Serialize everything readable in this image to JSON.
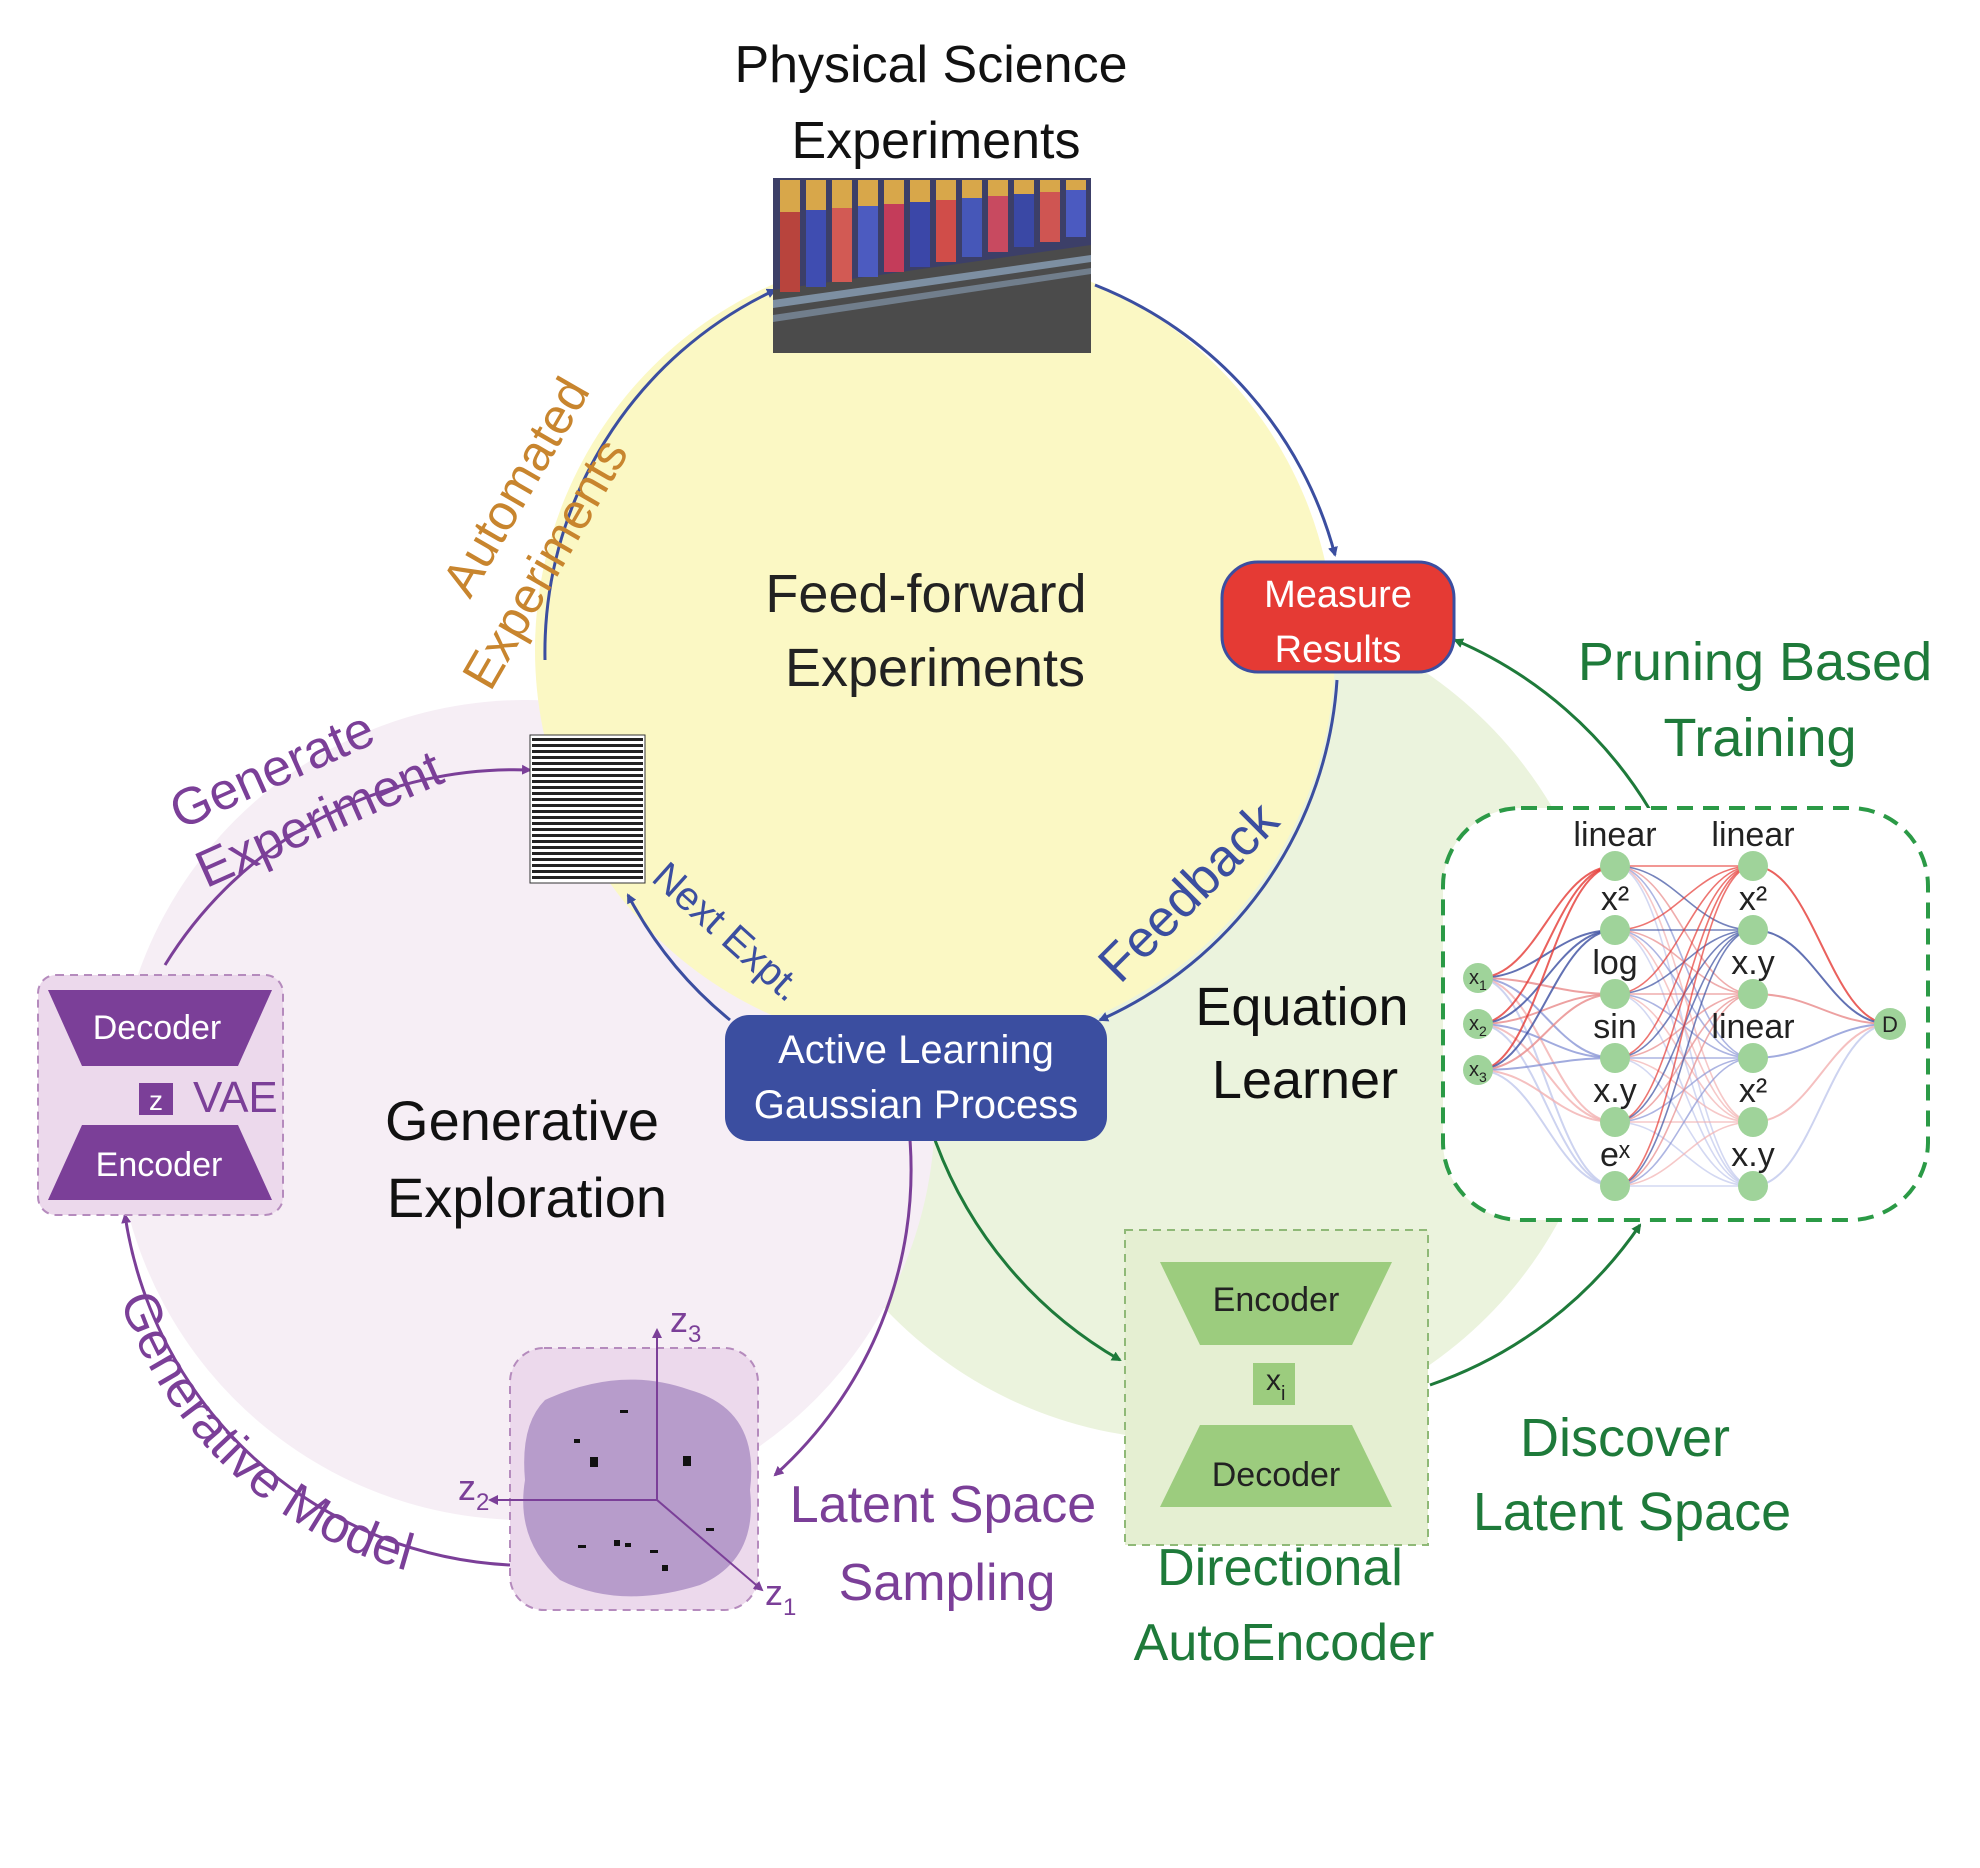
{
  "colors": {
    "yellow_fill": "#fbf8c4",
    "pink_fill": "#f6eef5",
    "green_fill": "#ebf3dd",
    "blue": "#3b4ea0",
    "purple": "#7b3f98",
    "green": "#1e7a3a",
    "orange": "#c8852e",
    "red": "#e53a34",
    "node_green": "#9fd39a"
  },
  "top_title": {
    "line1": "Physical Science",
    "line2": "Experiments"
  },
  "feed_forward": {
    "line1": "Feed-forward",
    "line2": "Experiments"
  },
  "automated": {
    "line1": "Automated",
    "line2": "Experiments"
  },
  "measure": {
    "line1": "Measure",
    "line2": "Results"
  },
  "pruning": {
    "line1": "Pruning Based",
    "line2": "Training"
  },
  "feedback": "Feedback",
  "next_expt": "Next Expt.",
  "active_learning": {
    "line1": "Active Learning",
    "line2": "Gaussian Process"
  },
  "generate": {
    "line1": "Generate",
    "line2": "Experiment"
  },
  "vae": {
    "decoder": "Decoder",
    "encoder": "Encoder",
    "z": "z",
    "label": "VAE"
  },
  "generative_exploration": {
    "line1": "Generative",
    "line2": "Exploration"
  },
  "generative_model": "Generative Model",
  "latent_sampling": {
    "line1": "Latent Space",
    "line2": "Sampling"
  },
  "axes": {
    "z1": "z",
    "z1_sub": "1",
    "z2": "z",
    "z2_sub": "2",
    "z3": "z",
    "z3_sub": "3"
  },
  "equation_learner": {
    "line1": "Equation",
    "line2": "Learner"
  },
  "eql": {
    "inputs": [
      {
        "base": "x",
        "sub": "1"
      },
      {
        "base": "x",
        "sub": "2"
      },
      {
        "base": "x",
        "sub": "3"
      }
    ],
    "output": "D",
    "col1": [
      "linear",
      "x²",
      "log",
      "sin",
      "x.y",
      "eˣ"
    ],
    "col2": [
      "linear",
      "x²",
      "x.y",
      "linear",
      "x²",
      "x.y"
    ]
  },
  "dae": {
    "encoder": "Encoder",
    "decoder": "Decoder",
    "x": "x",
    "x_sub": "i"
  },
  "directional": {
    "line1": "Directional",
    "line2": "AutoEncoder"
  },
  "discover": {
    "line1": "Discover",
    "line2": "Latent Space"
  }
}
